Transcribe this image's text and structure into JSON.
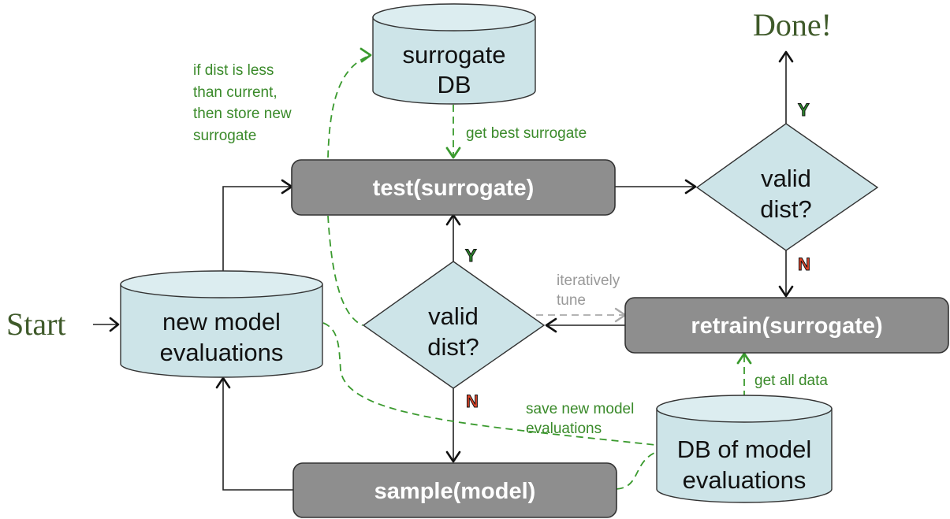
{
  "diagram": {
    "start_label": "Start",
    "done_label": "Done!",
    "nodes": {
      "new_model_evaluations": {
        "line1": "new model",
        "line2": "evaluations"
      },
      "surrogate_db": {
        "line1": "surrogate",
        "line2": "DB"
      },
      "db_model_evaluations": {
        "line1": "DB of model",
        "line2": "evaluations"
      },
      "test_surrogate": "test(surrogate)",
      "retrain_surrogate": "retrain(surrogate)",
      "sample_model": "sample(model)",
      "decision_left": {
        "line1": "valid",
        "line2": "dist?"
      },
      "decision_right": {
        "line1": "valid",
        "line2": "dist?"
      }
    },
    "branch_labels": {
      "yes": "Y",
      "no": "N"
    },
    "annotations": {
      "store_surrogate": [
        "if dist is less",
        "than current,",
        "then store new",
        "surrogate"
      ],
      "get_best_surrogate": "get best surrogate",
      "iteratively_tune": [
        "iteratively",
        "tune"
      ],
      "save_new_model_evaluations": [
        "save new model",
        "evaluations"
      ],
      "get_all_data": "get all data"
    },
    "colors": {
      "process_fill": "#8e8e8e",
      "store_fill": "#cde4e8",
      "annotation_green": "#3a8a2a",
      "annotation_gray": "#999999",
      "yes_color": "#2e8b2e",
      "no_color": "#e0452a",
      "terminal_label": "#3f5a2a"
    }
  }
}
